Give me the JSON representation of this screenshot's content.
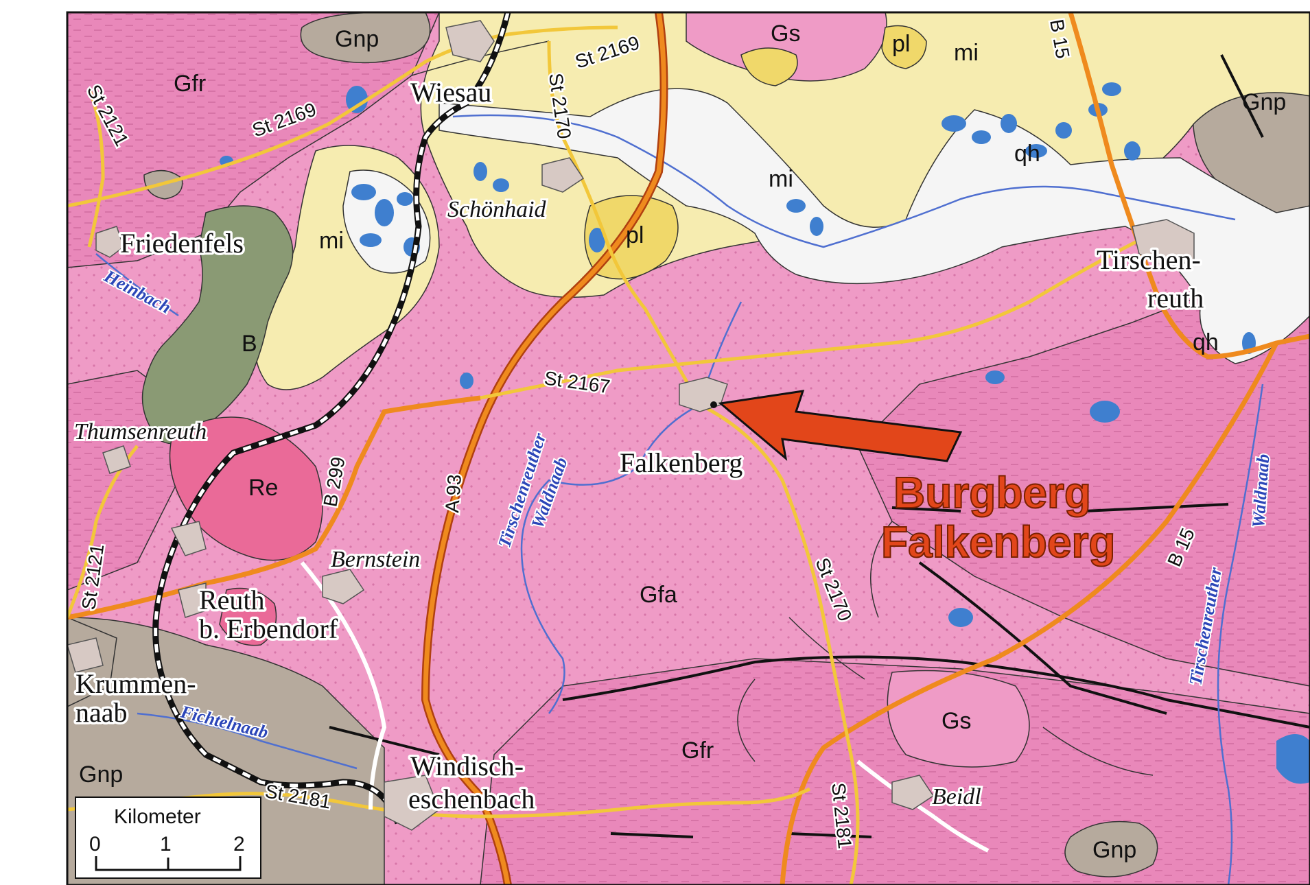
{
  "colors": {
    "gfa_pink": "#ef9bc6",
    "gfr_pink": "#e988ba",
    "gnp_gray": "#b6aa9d",
    "mi_yellow": "#f6ecb0",
    "pl_yellow": "#f0d86a",
    "qh_white": "#f5f5f5",
    "b_green": "#8a9a74",
    "re_pink": "#ea6a98",
    "water_blue": "#3f7fcf",
    "road_orange": "#ef8a1e",
    "road_yellow": "#f2c73a",
    "callout_red": "#e2461a"
  },
  "callout": {
    "line1": "Burgberg",
    "line2": "Falkenberg",
    "arrow": "red-arrow"
  },
  "towns": {
    "wiesau": "Wiesau",
    "friedenfels": "Friedenfels",
    "tirschen": "Tirschen-",
    "reuth": "reuth",
    "falkenberg": "Falkenberg",
    "reuth_b": "Reuth",
    "erbendorf": "b. Erbendorf",
    "krummen": "Krummen-",
    "naab": "naab",
    "windisch": "Windisch-",
    "eschenbach": "eschenbach"
  },
  "villages": {
    "schoenhaid": "Schönhaid",
    "thumsenreuth": "Thumsenreuth",
    "bernstein": "Bernstein",
    "beidl": "Beidl"
  },
  "units": {
    "gnp": "Gnp",
    "gfr": "Gfr",
    "gs": "Gs",
    "pl": "pl",
    "mi": "mi",
    "qh": "qh",
    "b": "B",
    "re": "Re",
    "gfa": "Gfa"
  },
  "roads": {
    "st2169": "St 2169",
    "st2121": "St 2121",
    "st2170": "St 2170",
    "b15": "B 15",
    "st2167": "St 2167",
    "b299": "B 299",
    "a93": "A 93",
    "st2181": "St 2181"
  },
  "rivers": {
    "heinbach": "Heinbach",
    "tirschenreuther": "Tirschenreuther",
    "waldnaab": "Waldnaab",
    "fichtelnaab": "Fichtelnaab"
  },
  "scale": {
    "title": "Kilometer",
    "ticks": [
      "0",
      "1",
      "2"
    ]
  }
}
